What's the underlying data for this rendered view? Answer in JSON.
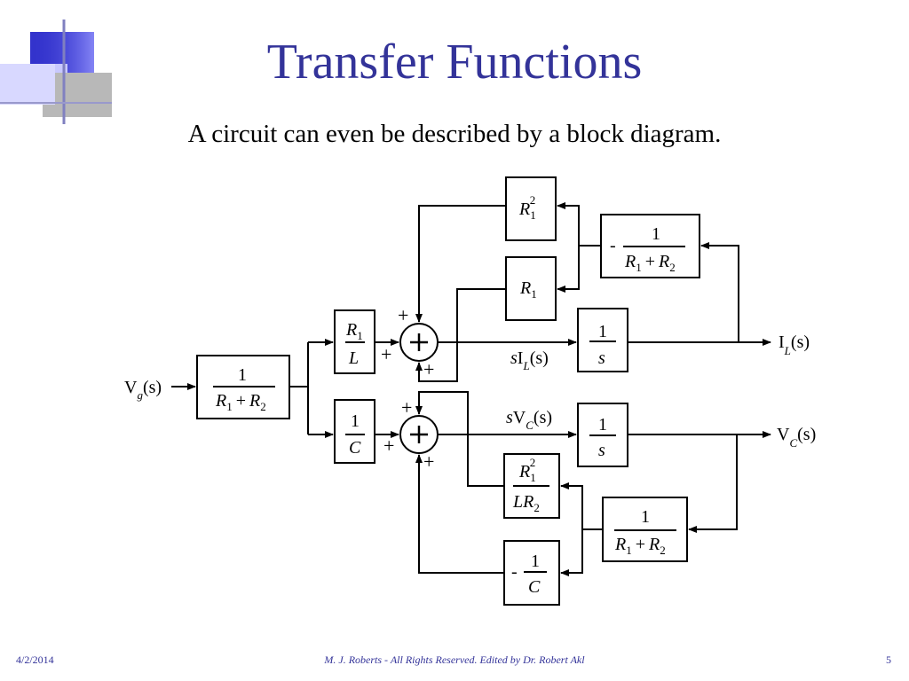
{
  "slide": {
    "title": "Transfer Functions",
    "subtitle": "A circuit can even be described by a block diagram."
  },
  "footer": {
    "date": "4/2/2014",
    "credit": "M. J. Roberts - All Rights Reserved. Edited by Dr. Robert Akl",
    "page": "5"
  },
  "signals": {
    "input_V": "V",
    "input_sub": "g",
    "arg": "(s)",
    "out_I": "I",
    "out_I_sub": "L",
    "out_V": "V",
    "out_V_sub": "C",
    "s": "s"
  },
  "blocks": {
    "one": "1",
    "R": "R",
    "R_sub": "1",
    "R2_sub": "2",
    "sq": "2",
    "plus": "+",
    "minus": "-",
    "L": "L",
    "C": "C",
    "LR": "LR",
    "s": "s"
  },
  "colors": {
    "title": "#333399",
    "footer": "#333399",
    "logo_dark": "#3333cc",
    "logo_light": "#b3b3ff",
    "logo_gray": "#b3b3b3"
  }
}
